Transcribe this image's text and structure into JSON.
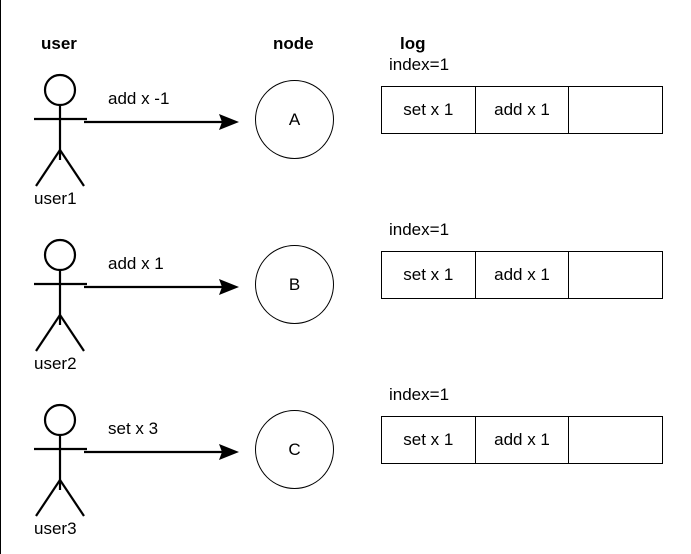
{
  "headers": {
    "user": "user",
    "node": "node",
    "log": "log"
  },
  "rows": [
    {
      "actor_label": "user1",
      "arrow_label": "add x -1",
      "node_label": "A",
      "index_label": "index=1",
      "log_cells": [
        "set x 1",
        "add x 1",
        ""
      ]
    },
    {
      "actor_label": "user2",
      "arrow_label": "add x 1",
      "node_label": "B",
      "index_label": "index=1",
      "log_cells": [
        "set x 1",
        "add x 1",
        ""
      ]
    },
    {
      "actor_label": "user3",
      "arrow_label": "set x 3",
      "node_label": "C",
      "index_label": "index=1",
      "log_cells": [
        "set x 1",
        "add x 1",
        ""
      ]
    }
  ],
  "colors": {
    "stroke": "#000000",
    "background": "#ffffff"
  }
}
